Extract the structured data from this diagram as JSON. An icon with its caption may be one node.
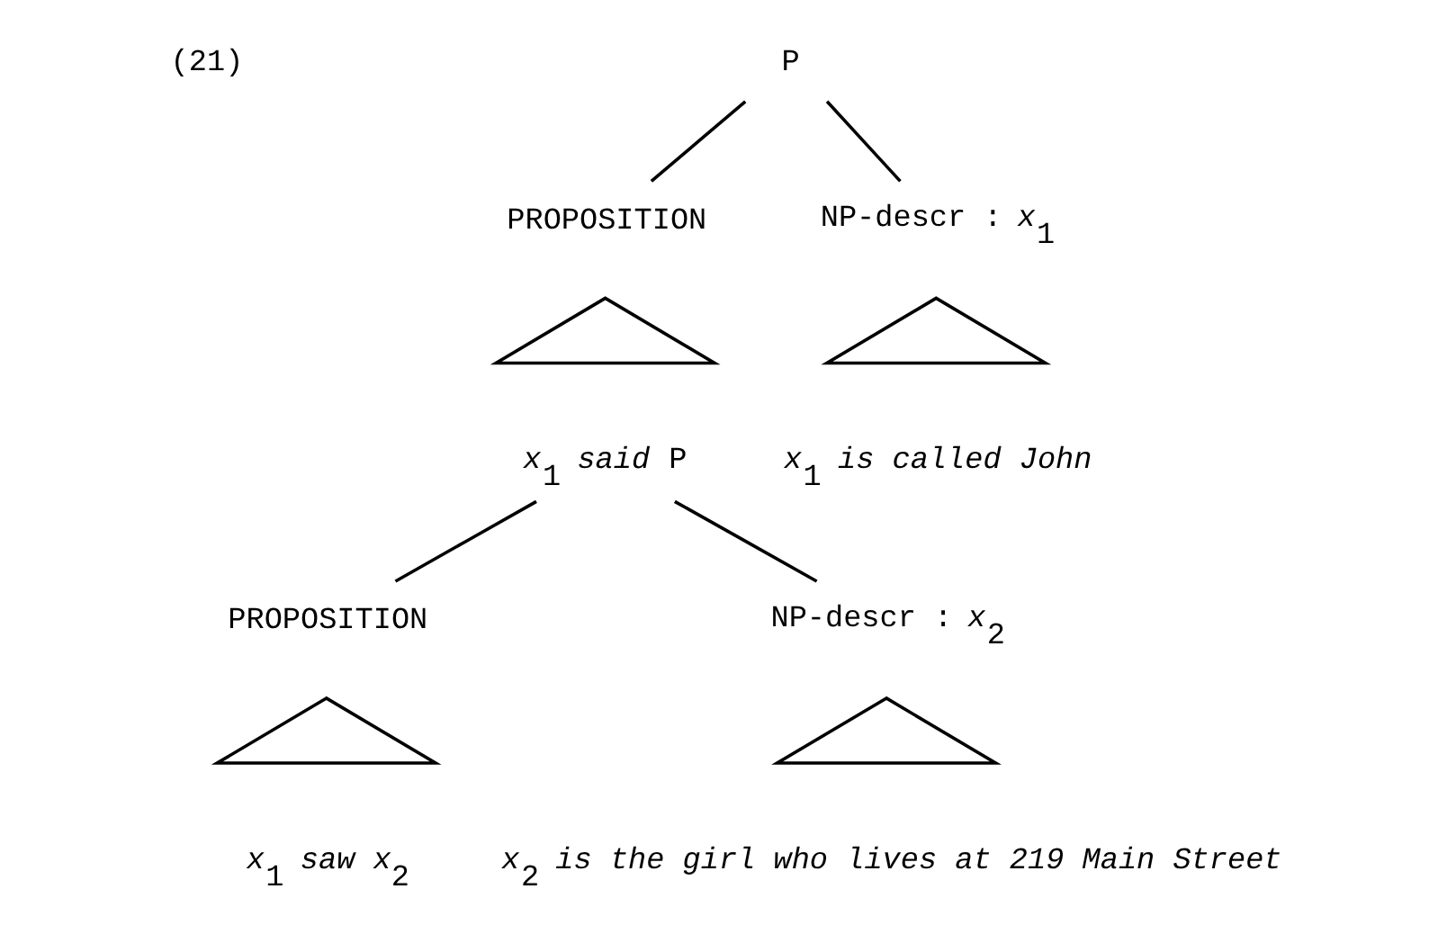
{
  "diagram": {
    "nodes": [
      {
        "text": [
          "P"
        ]
      },
      {
        "text": [
          "PROPOSITION"
        ]
      },
      {
        "text": [
          "NP-descr : *x*$_{1}$"
        ]
      },
      {
        "text": [],
        "shape": "triangle"
      },
      {
        "text": [
          "*x*$_{1}$ *said* P"
        ]
      },
      {
        "text": [],
        "shape": "triangle"
      },
      {
        "text": [
          "*x*$_{1}$ *is called John*"
        ]
      },
      {
        "text": [
          "PROPOSITION"
        ]
      },
      {
        "text": [
          "NP-descr : *x*$_{2}$"
        ]
      },
      {
        "text": [],
        "shape": "triangle"
      },
      {
        "text": [
          "*x*$_{1}$ *saw x*$_{2}$"
        ]
      },
      {
        "text": [],
        "shape": "triangle"
      },
      {
        "text": [
          "*x*$_{2}$ *is the girl who lives at 219 Main Street*"
        ]
      }
    ],
    "edges": [
      {
        "from": 0,
        "to": 1,
        "arrow": "none"
      },
      {
        "from": 0,
        "to": 2,
        "arrow": "none"
      },
      {
        "from": 4,
        "to": 7,
        "arrow": "none"
      },
      {
        "from": 4,
        "to": 8,
        "arrow": "none"
      }
    ],
    "labels": [
      "(21)"
    ]
  }
}
